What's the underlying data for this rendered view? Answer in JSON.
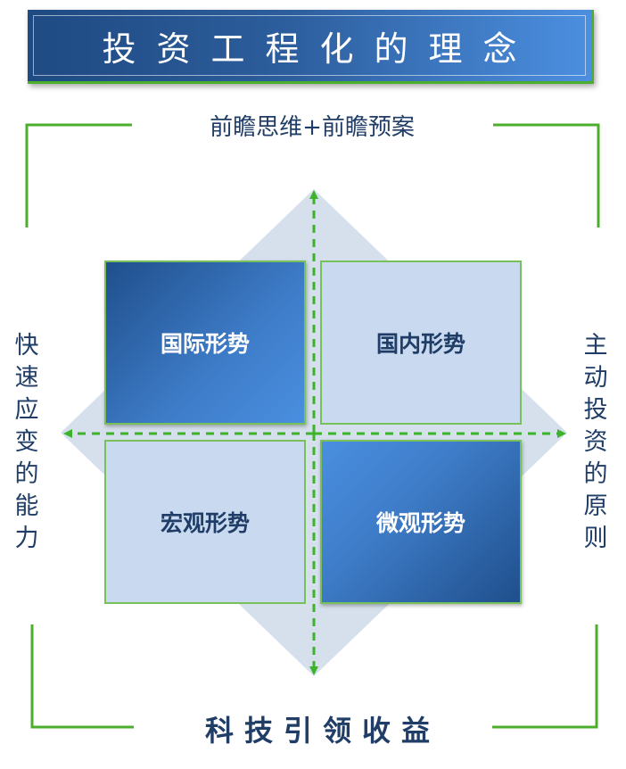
{
  "title": "投资工程化的理念",
  "top_label": "前瞻思维+前瞻预案",
  "bottom_label": "科技引领收益",
  "left_label": [
    "快",
    "速",
    "应",
    "变",
    "的",
    "能",
    "力"
  ],
  "right_label": [
    "主",
    "动",
    "投",
    "资",
    "的",
    "原",
    "则"
  ],
  "quadrants": {
    "top_left": "国际形势",
    "top_right": "国内形势",
    "bottom_left": "宏观形势",
    "bottom_right": "微观形势"
  },
  "colors": {
    "frame_green": "#4caf2c",
    "arrow_green": "#3cb32a",
    "diamond": "#d6e0ec",
    "dark_blue": "#1f4f8c",
    "light_blue": "#c9daf0",
    "text_navy": "#1f3d66"
  }
}
